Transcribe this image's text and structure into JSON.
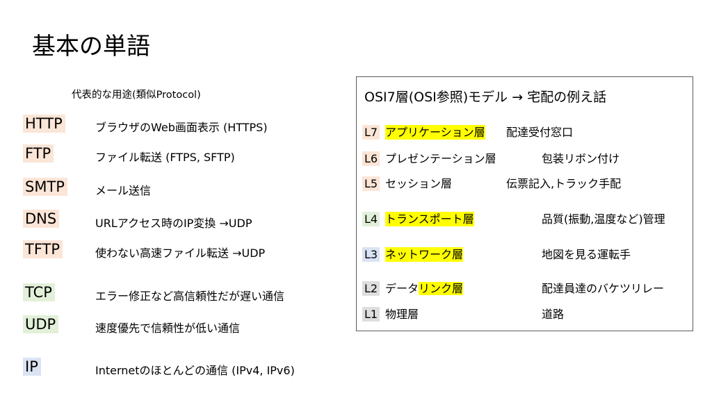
{
  "title": "基本の単語",
  "subtitle": "代表的な用途(類似Protocol)",
  "protocols": [
    {
      "name": "HTTP",
      "desc": "ブラウザのWeb画面表示 (HTTPS)"
    },
    {
      "name": "FTP",
      "desc": "ファイル転送 (FTPS, SFTP)"
    },
    {
      "name": "SMTP",
      "desc": "メール送信"
    },
    {
      "name": "DNS",
      "desc": "URLアクセス時のIP変換 →UDP"
    },
    {
      "name": "TFTP",
      "desc": "使わない高速ファイル転送 →UDP"
    },
    {
      "name": "TCP",
      "desc": "エラー修正など高信頼性だが遅い通信"
    },
    {
      "name": "UDP",
      "desc": "速度優先で信頼性が低い通信"
    },
    {
      "name": "IP",
      "desc": "Internetのほとんどの通信 (IPv4, IPv6)"
    }
  ],
  "osi": {
    "title": "OSI7層(OSI参照)モデル → 宅配の例え話",
    "layers": [
      {
        "level": "L7",
        "name": "アプリケーション層",
        "example": "配達受付窓口"
      },
      {
        "level": "L6",
        "name": "プレゼンテーション層",
        "example": "包装リボン付け"
      },
      {
        "level": "L5",
        "name": "セッション層",
        "example": "伝票記入,トラック手配"
      },
      {
        "level": "L4",
        "name": "トランスポート層",
        "example": "品質(振動,温度など)管理"
      },
      {
        "level": "L3",
        "name": "ネットワーク層",
        "example": "地図を見る運転手"
      },
      {
        "level": "L2",
        "name_plain": "データ",
        "name_hl": "リンク層",
        "example": "配達員達のバケツリレー"
      },
      {
        "level": "L1",
        "name": "物理層",
        "example": "道路"
      }
    ]
  },
  "colors": {
    "application": "#fbe5d6",
    "transport": "#e2f0d9",
    "network": "#dae3f3",
    "highlight": "#ffff00"
  }
}
